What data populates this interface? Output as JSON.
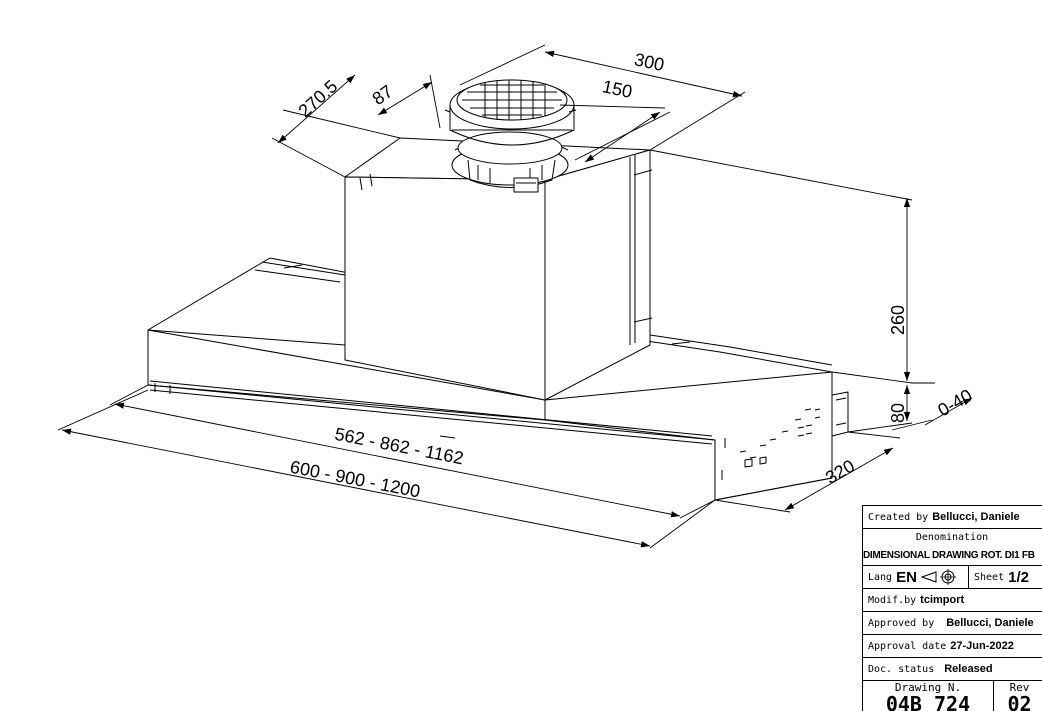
{
  "dimensions": {
    "outlet_depth": "270.5",
    "outlet_offset": "87",
    "outlet_diameter": "150",
    "chimney_width": "300",
    "chimney_height": "260",
    "body_height": "80",
    "rear_gap": "0-40",
    "body_depth": "320",
    "inner_width": "562 - 862 - 1162",
    "outer_width": "600 - 900 - 1200"
  },
  "title_block": {
    "created_label": "Created by",
    "created_value": "Bellucci, Daniele",
    "denomination_label": "Denomination",
    "denomination_value": "DIMENSIONAL DRAWING ROT. DI1 FB",
    "lang_label": "Lang",
    "lang_value": "EN",
    "sheet_label": "Sheet",
    "sheet_value": "1/2",
    "modif_label": "Modif.by",
    "modif_value": "tcimport",
    "approved_label": "Approved by",
    "approved_value": "Bellucci, Daniele",
    "approval_date_label": "Approval date",
    "approval_date_value": "27-Jun-2022",
    "status_label": "Doc. status",
    "status_value": "Released",
    "drawing_label": "Drawing N.",
    "drawing_value": "04B_724",
    "rev_label": "Rev",
    "rev_value": "02"
  }
}
